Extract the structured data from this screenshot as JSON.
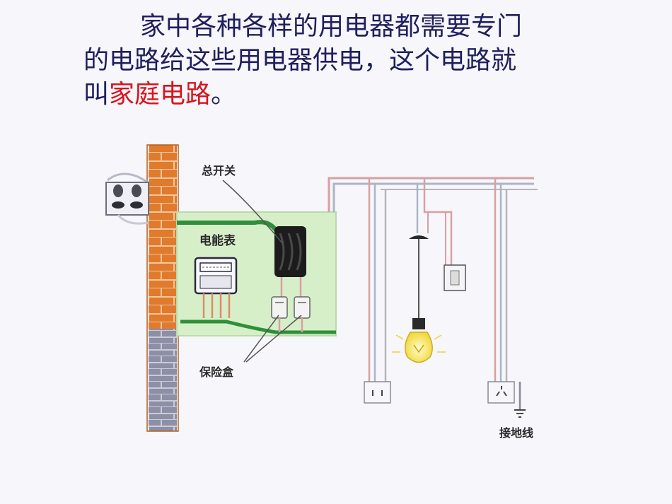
{
  "slide": {
    "line1": "家中各种各样的用电器都需要专门",
    "line2": "的电路给这些用电器供电，这个电路就",
    "line3_prefix": "叫",
    "line3_term": "家庭电路",
    "line3_suffix": "。"
  },
  "diagram": {
    "label_main_switch": "总开关",
    "label_meter": "电能表",
    "label_fuse_box": "保险盒",
    "label_ground_wire": "接地线"
  },
  "colors": {
    "text": "#1f1f5e",
    "highlight": "#d8141c",
    "brick": "#e07a2c",
    "board": "#d6efc8",
    "live_wire": "#d9a0a0",
    "neutral_wire": "#a9b6c6",
    "green_wire": "#2f8f3a",
    "bulb": "#f6e25a"
  }
}
